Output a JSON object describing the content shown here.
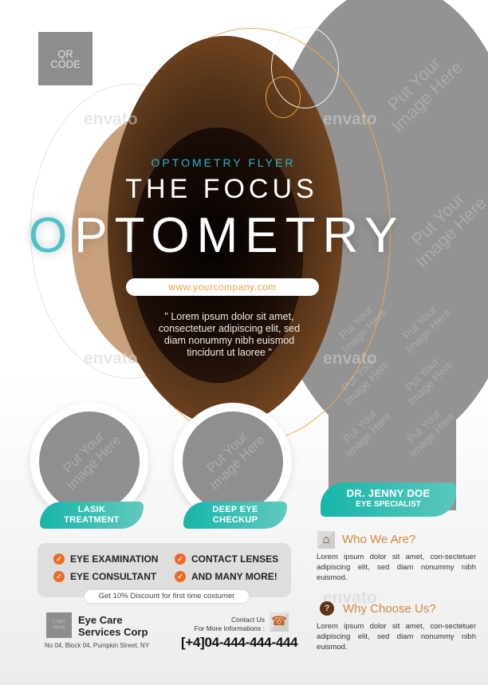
{
  "qr": {
    "label_line1": "QR",
    "label_line2": "CODE"
  },
  "header": {
    "subtitle": "OPTOMETRY FLYER",
    "title_line1": "THE FOCUS",
    "title_main_first_letter": "O",
    "title_main_rest": "PTOMETRY",
    "website": "www.yourcompany.com",
    "quote_lines": [
      "\" Lorem ipsum dolor sit amet,",
      "consectetuer adipiscing elit, sed",
      "diam nonummy nibh euismod",
      "tincidunt ut laoree \""
    ]
  },
  "watermarks": {
    "placeholder_line1": "Put Your",
    "placeholder_line2": "Image Here",
    "brand": "envato"
  },
  "services": [
    {
      "line1": "LASIK",
      "line2": "TREATMENT"
    },
    {
      "line1": "DEEP EYE",
      "line2": "CHECKUP"
    }
  ],
  "doctor": {
    "name": "DR. JENNY DOE",
    "role": "EYE SPECIALIST"
  },
  "features": {
    "items": [
      "EYE EXAMINATION",
      "CONTACT LENSES",
      "EYE CONSULTANT",
      "AND MANY MORE!"
    ],
    "discount": "Get 10% Discount for first time costumer"
  },
  "company": {
    "logo_line1": "Logo",
    "logo_line2": "Here",
    "name_line1": "Eye Care",
    "name_line2": "Services Corp",
    "address": "No 04, Block 04, Pumpkin Street, NY",
    "contact_line1": "Contact Us",
    "contact_line2": "For More Informations :",
    "phone": "[+4]04-444-444-444"
  },
  "info": {
    "who": {
      "title": "Who We Are?",
      "text": "Lorem ipsum dolor sit amet, con-sectetuer adipiscing elit, sed diam nonummy nibh euismod."
    },
    "why": {
      "title": "Why Choose Us?",
      "text": "Lorem ipsum dolor sit amet, con-sectetuer adipiscing elit, sed diam nonummy nibh euismod."
    }
  },
  "icons": {
    "check": "✓",
    "house": "⌂",
    "question": "?",
    "phone": "☎"
  },
  "colors": {
    "teal": "#17b5a9",
    "orange": "#ef6a25",
    "accent_text": "#d0883c",
    "brown": "#7b4a22",
    "cyan": "#29b7cc"
  }
}
